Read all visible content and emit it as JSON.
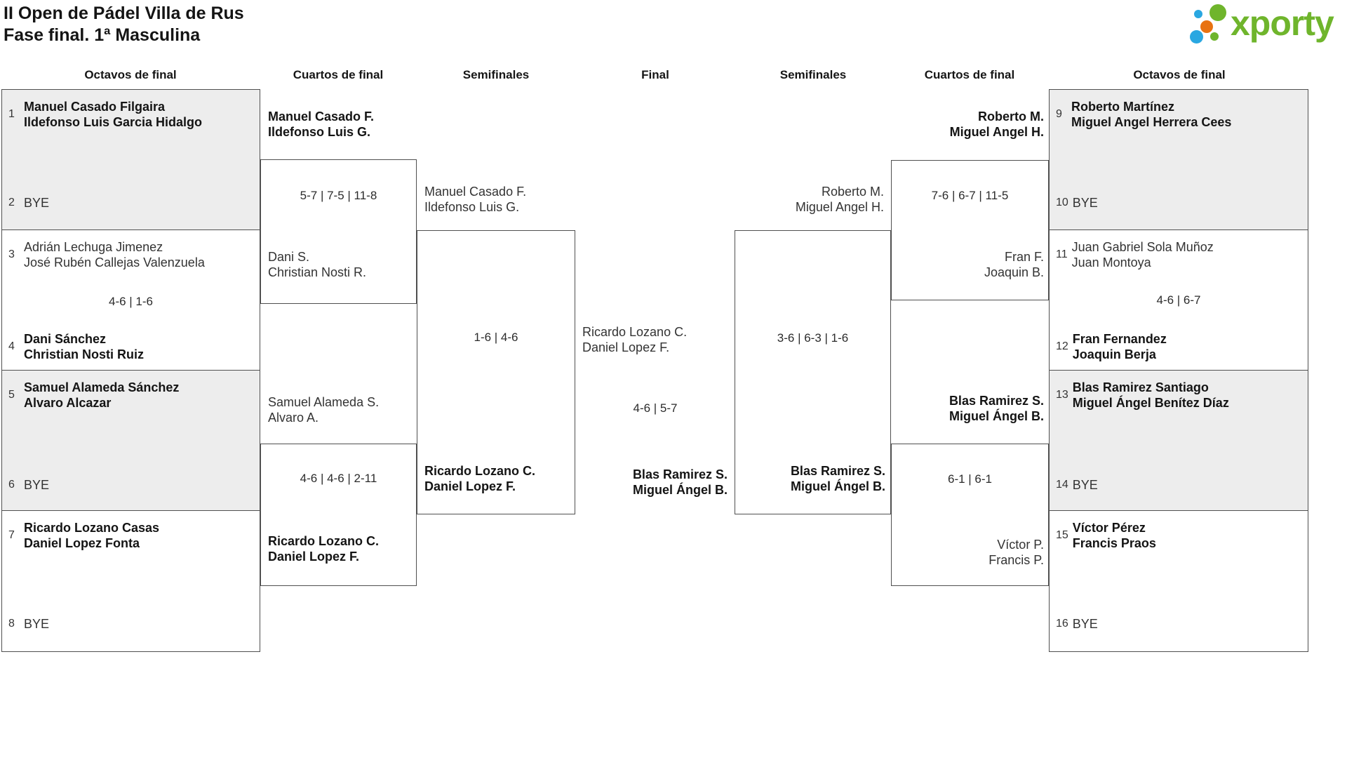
{
  "title": {
    "line1": "II Open de Pádel Villa de Rus",
    "line2": "Fase final. 1ª Masculina"
  },
  "logo": {
    "wordmark": "xporty"
  },
  "round_headers": [
    "Octavos de final",
    "Cuartos de final",
    "Semifinales",
    "Final",
    "Semifinales",
    "Cuartos de final",
    "Octavos de final"
  ],
  "colors": {
    "accent_green": "#6fb52c",
    "accent_blue": "#29a7e1",
    "accent_orange": "#e87211",
    "box_gray": "#ededed",
    "border": "#4f4f4f"
  },
  "bracket": {
    "ro16_left": [
      {
        "seed1": "1",
        "t1": [
          "Manuel Casado Filgaira",
          "Ildefonso Luis Garcia Hidalgo"
        ],
        "seed2": "2",
        "t2": [
          "BYE"
        ],
        "score": ""
      },
      {
        "seed1": "3",
        "t1": [
          "Adrián Lechuga Jimenez",
          "José Rubén Callejas Valenzuela"
        ],
        "seed2": "4",
        "t2": [
          "Dani Sánchez",
          "Christian Nosti Ruiz"
        ],
        "score": "4-6 | 1-6"
      },
      {
        "seed1": "5",
        "t1": [
          "Samuel Alameda Sánchez",
          "Alvaro Alcazar"
        ],
        "seed2": "6",
        "t2": [
          "BYE"
        ],
        "score": ""
      },
      {
        "seed1": "7",
        "t1": [
          "Ricardo Lozano Casas",
          "Daniel Lopez Fonta"
        ],
        "seed2": "8",
        "t2": [
          "BYE"
        ],
        "score": ""
      }
    ],
    "qf_left": [
      {
        "top": [
          "Manuel Casado F.",
          "Ildefonso Luis G."
        ],
        "score": "5-7 | 7-5 | 11-8",
        "bottom": [
          "Dani S.",
          "Christian Nosti R."
        ]
      },
      {
        "top": [
          "Samuel Alameda S.",
          "Alvaro A."
        ],
        "score": "4-6 | 4-6 | 2-11",
        "bottom": [
          "Ricardo Lozano C.",
          "Daniel Lopez F."
        ]
      }
    ],
    "sf_left": {
      "top": [
        "Manuel Casado F.",
        "Ildefonso Luis G."
      ],
      "score": "1-6 | 4-6",
      "bottom": [
        "Ricardo Lozano C.",
        "Daniel Lopez F."
      ]
    },
    "final": {
      "top": [
        "Ricardo Lozano C.",
        "Daniel Lopez F."
      ],
      "score": "4-6 | 5-7",
      "bottom": [
        "Blas Ramirez S.",
        "Miguel Ángel B."
      ]
    },
    "sf_right": {
      "top": [
        "Roberto M.",
        "Miguel Angel H."
      ],
      "score": "3-6 | 6-3 | 1-6",
      "bottom": [
        "Blas Ramirez S.",
        "Miguel Ángel B."
      ]
    },
    "qf_right": [
      {
        "top": [
          "Roberto M.",
          "Miguel Angel H."
        ],
        "score": "7-6 | 6-7 | 11-5",
        "bottom": [
          "Fran F.",
          "Joaquin B."
        ]
      },
      {
        "top": [
          "Blas Ramirez S.",
          "Miguel Ángel B."
        ],
        "score": "6-1 | 6-1",
        "bottom": [
          "Víctor P.",
          "Francis P."
        ]
      }
    ],
    "ro16_right": [
      {
        "seed1": "9",
        "t1": [
          "Roberto Martínez",
          "Miguel Angel Herrera Cees"
        ],
        "seed2": "10",
        "t2": [
          "BYE"
        ],
        "score": ""
      },
      {
        "seed1": "11",
        "t1": [
          "Juan Gabriel Sola Muñoz",
          "Juan Montoya"
        ],
        "seed2": "12",
        "t2": [
          "Fran Fernandez",
          "Joaquin Berja"
        ],
        "score": "4-6 | 6-7"
      },
      {
        "seed1": "13",
        "t1": [
          "Blas Ramirez Santiago",
          "Miguel Ángel Benítez Díaz"
        ],
        "seed2": "14",
        "t2": [
          "BYE"
        ],
        "score": ""
      },
      {
        "seed1": "15",
        "t1": [
          "Víctor Pérez",
          "Francis Praos"
        ],
        "seed2": "16",
        "t2": [
          "BYE"
        ],
        "score": ""
      }
    ]
  }
}
